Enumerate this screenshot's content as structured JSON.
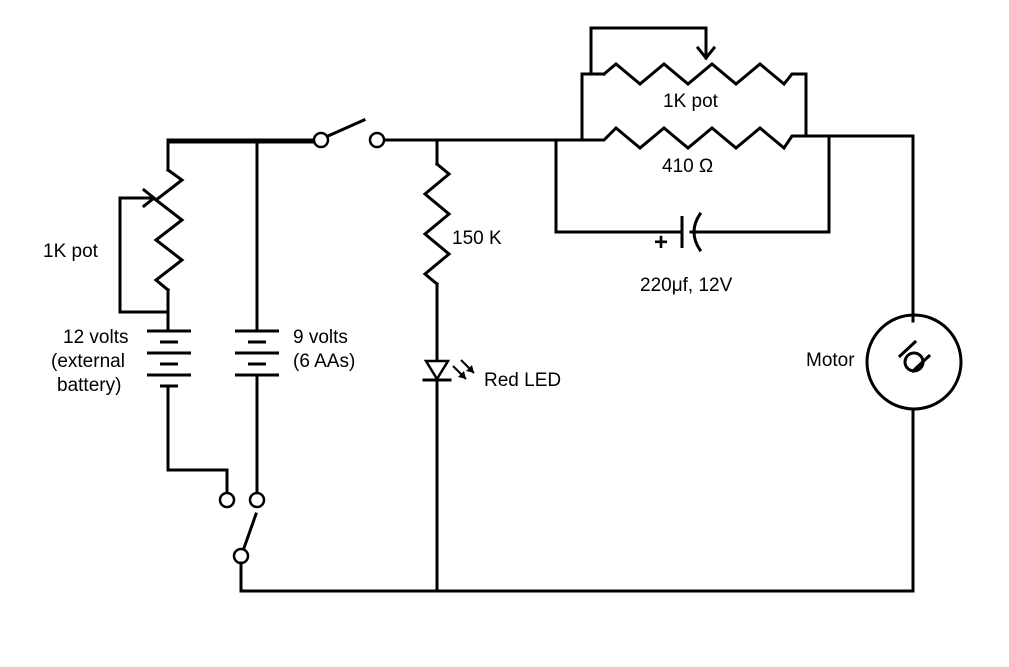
{
  "labels": {
    "pot_left": "1K pot",
    "battery_12v_line1": "12 volts",
    "battery_12v_line2": "(external",
    "battery_12v_line3": "battery)",
    "battery_9v_line1": "9 volts",
    "battery_9v_line2": "(6 AAs)",
    "resistor_150k": "150 K",
    "led": "Red LED",
    "pot_top": "1K pot",
    "resistor_410": "410 Ω",
    "cap_polarity": "+",
    "capacitor": "220μf, 12V",
    "motor": "Motor"
  },
  "colors": {
    "line": "#000000",
    "background": "#ffffff"
  }
}
